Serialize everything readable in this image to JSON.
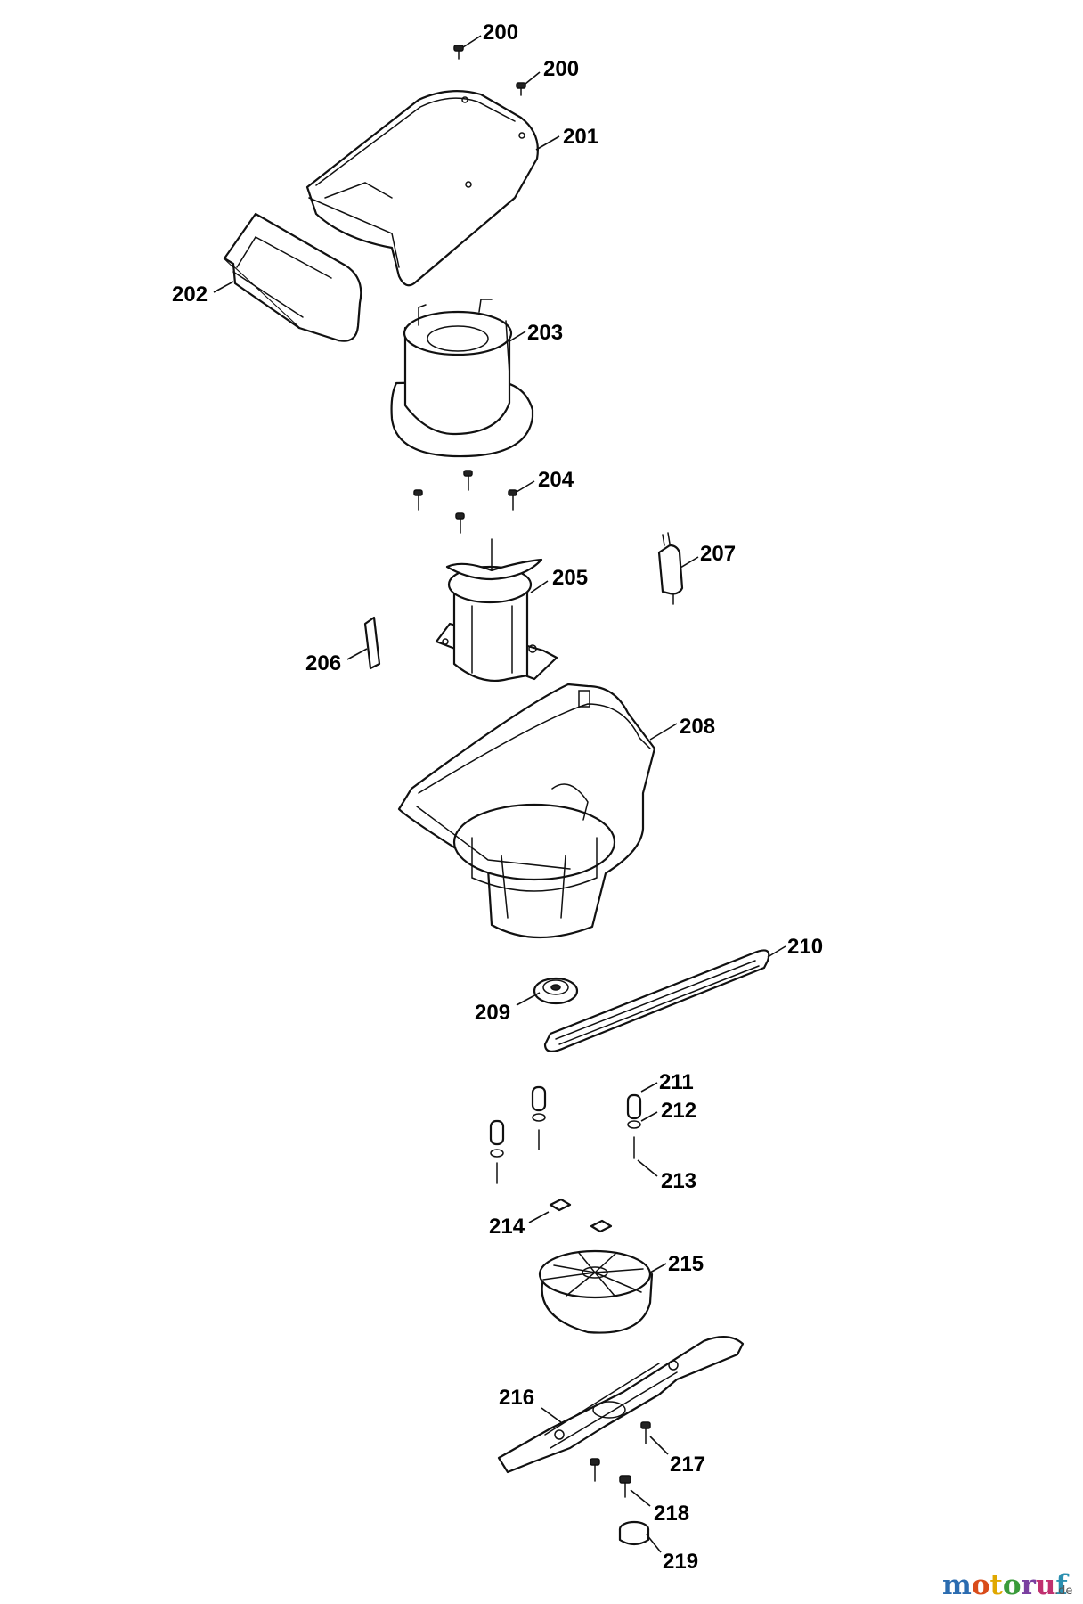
{
  "callouts": {
    "p200a": "200",
    "p200b": "200",
    "p201": "201",
    "p202": "202",
    "p203": "203",
    "p204": "204",
    "p205": "205",
    "p206": "206",
    "p207": "207",
    "p208": "208",
    "p209": "209",
    "p210": "210",
    "p211": "211",
    "p212": "212",
    "p213": "213",
    "p214": "214",
    "p215": "215",
    "p216": "216",
    "p217": "217",
    "p218": "218",
    "p219": "219"
  },
  "watermark": {
    "letters": [
      "m",
      "o",
      "t",
      "o",
      "r",
      "u",
      "f"
    ],
    "suffix": ".de",
    "colors": [
      "#2b6cb0",
      "#d94c1a",
      "#e0a800",
      "#3a9b3a",
      "#7a3fa0",
      "#c0306f",
      "#2b8fb0"
    ]
  }
}
